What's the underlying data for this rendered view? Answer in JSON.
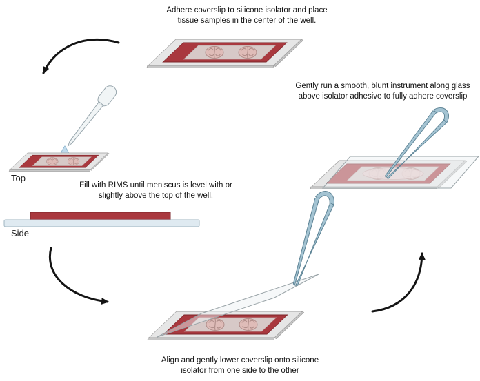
{
  "steps": {
    "adhere": {
      "caption": "Adhere coverslip to silicone isolator and place tissue samples in the center of the well."
    },
    "fill": {
      "caption": "Fill with RIMS until meniscus is level with or slightly above the top of the well.",
      "view_labels": {
        "top": "Top",
        "side": "Side"
      }
    },
    "lower": {
      "caption": "Align and gently lower coverslip onto silicone isolator from one side to the other"
    },
    "adhere_fully": {
      "caption": "Gently run a smooth, blunt instrument along glass above isolator adhesive to fully adhere coverslip"
    }
  },
  "icons": {
    "slide": "microscope-slide",
    "sample": "brain-tissue-sample",
    "pipette": "transfer-pipette",
    "tweezers": "forceps",
    "arrow": "curved-flow-arrow"
  },
  "colors": {
    "isolator": "#a9383e",
    "isolator_edge": "#7c262b",
    "well": "#d7c9c7",
    "brain": "#dfbcb8",
    "steel": "#a3c3d2",
    "steel_dark": "#5e8496",
    "drop": "#c0dbed",
    "slide_side": "#dfeaf1"
  }
}
